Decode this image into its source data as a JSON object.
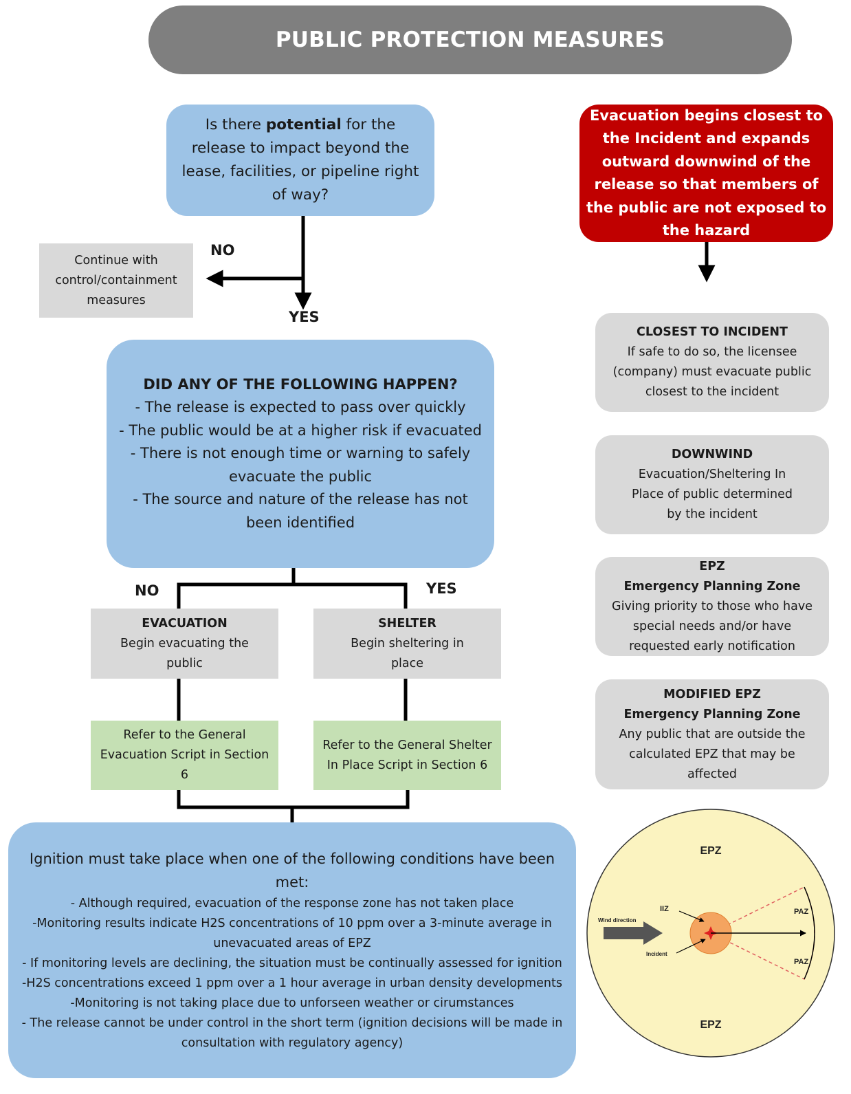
{
  "title": "PUBLIC PROTECTION MEASURES",
  "q1": {
    "pre": "Is there ",
    "bold": "potential",
    "post": " for the release to impact beyond the lease, facilities, or pipeline right of way?"
  },
  "q1_no_label": "NO",
  "q1_yes_label": "YES",
  "continue_box": "Continue with control/containment measures",
  "q2": {
    "title": "DID ANY OF THE FOLLOWING HAPPEN?",
    "items": [
      "- The release is expected to pass over quickly",
      "- The public would be at a higher risk if evacuated",
      "- There is not enough time or warning to safely evacuate the public",
      "- The source and nature of the release has not been identified"
    ]
  },
  "q2_no_label": "NO",
  "q2_yes_label": "YES",
  "evacuation": {
    "title": "EVACUATION",
    "text": "Begin evacuating the public"
  },
  "shelter": {
    "title": "SHELTER",
    "text": "Begin sheltering in place"
  },
  "evac_script": "Refer to the General Evacuation Script in Section 6",
  "shelter_script": "Refer to the General Shelter In Place Script in Section 6",
  "ignition": {
    "heading": "Ignition must take place when one of the following conditions have been met:",
    "items": [
      "- Although required, evacuation of the response zone has not taken place",
      "-Monitoring results indicate H2S concentrations of 10 ppm over a 3-minute average in unevacuated areas of EPZ",
      "- If monitoring levels are declining, the situation must be continually assessed for ignition",
      "-H2S concentrations exceed 1 ppm over a 1 hour average in urban density developments",
      "-Monitoring is not taking place due to unforseen weather or cirumstances",
      "- The release cannot be under control in the short term (ignition decisions will be made in consultation with regulatory agency)"
    ]
  },
  "red_box": "Evacuation begins closest to the Incident and expands outward downwind of the release so that members of the public are not exposed to the hazard",
  "closest": {
    "title": "CLOSEST TO INCIDENT",
    "text": "If safe to do so, the licensee (company) must evacuate public closest to the incident"
  },
  "downwind": {
    "title": "DOWNWIND",
    "text": "Evacuation/Sheltering In Place of public determined by the incident"
  },
  "epz": {
    "title": "EPZ",
    "subtitle": "Emergency Planning Zone",
    "text": "Giving priority to those who have special needs and/or have requested early notification"
  },
  "modified_epz": {
    "title": "MODIFIED EPZ",
    "subtitle": "Emergency Planning Zone",
    "text": "Any public that are outside the calculated EPZ that may be affected"
  },
  "map": {
    "epz_top": "EPZ",
    "epz_bottom": "EPZ",
    "iiz": "IIZ",
    "incident": "Incident",
    "wind": "Wind direction",
    "paz_top": "PAZ",
    "paz_bottom": "PAZ"
  },
  "colors": {
    "title_bg": "#7f7f7f",
    "blue": "#9dc3e6",
    "grey": "#d9d9d9",
    "green": "#c5e0b4",
    "red": "#c00000",
    "map_fill": "#fbf3c0",
    "iiz_fill": "#f4a460"
  }
}
